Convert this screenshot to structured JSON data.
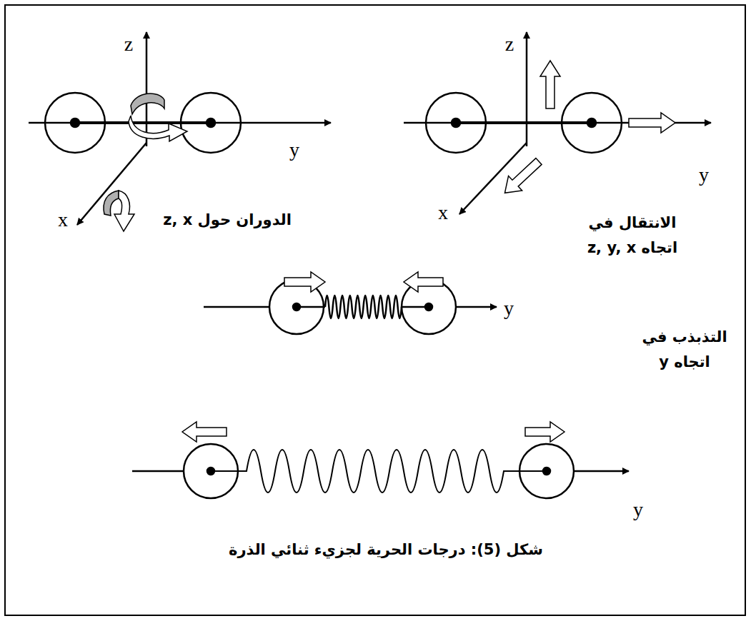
{
  "diagram": {
    "caption": "شكل (5): درجات الحرية لجزيء ثنائي الذرة",
    "labels": [
      "z",
      "y",
      "x",
      "الدوران حول z, x",
      "z",
      "y",
      "x",
      "الانتقال في اتجاه z, y, x",
      "y",
      "التذبذب في اتجاه y",
      "y"
    ]
  }
}
